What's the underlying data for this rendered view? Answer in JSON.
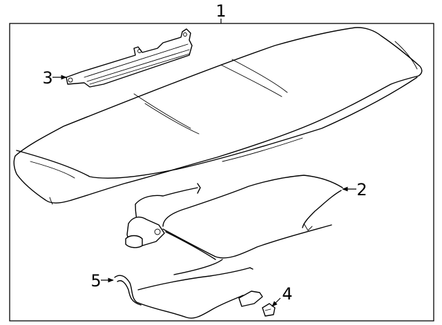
{
  "diagram": {
    "callouts": [
      {
        "id": "1",
        "label": "1"
      },
      {
        "id": "2",
        "label": "2"
      },
      {
        "id": "3",
        "label": "3"
      },
      {
        "id": "4",
        "label": "4"
      },
      {
        "id": "5",
        "label": "5"
      }
    ],
    "colors": {
      "line": "#000000",
      "background": "#ffffff"
    }
  }
}
